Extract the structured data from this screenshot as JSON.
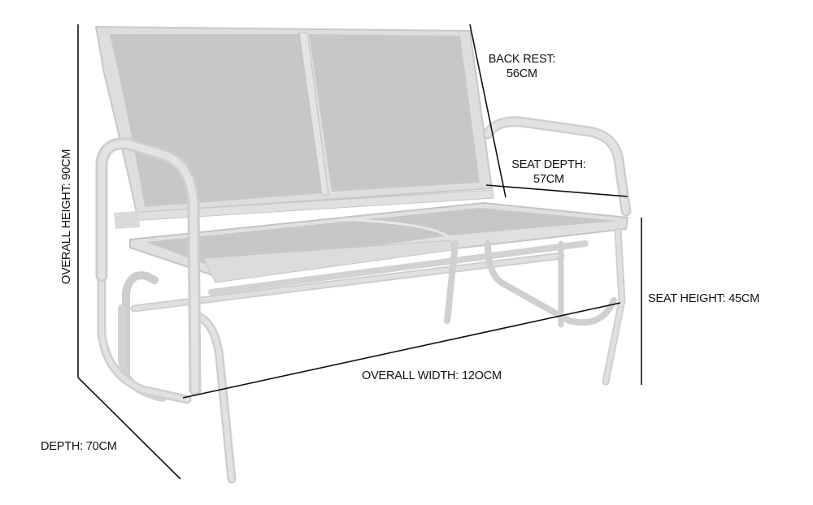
{
  "diagram": {
    "subject": "Two-seater garden glider bench",
    "colors": {
      "frame": "#dcdcdc",
      "frame_edge": "#c4c4c4",
      "mesh": "#c8c6c4",
      "mesh_dark": "#b6b4b2",
      "dimension_line": "#111111",
      "text": "#111111",
      "background": "#ffffff"
    },
    "dimensions": {
      "back_rest": {
        "line1": "BACK REST:",
        "line2": "56CM"
      },
      "seat_depth": {
        "line1": "SEAT DEPTH:",
        "line2": "57CM"
      },
      "overall_height": "OVERALL HEIGHT: 90CM",
      "seat_height": "SEAT HEIGHT: 45CM",
      "overall_width": "OVERALL WIDTH: 12OCM",
      "depth": "DEPTH: 70CM"
    }
  }
}
